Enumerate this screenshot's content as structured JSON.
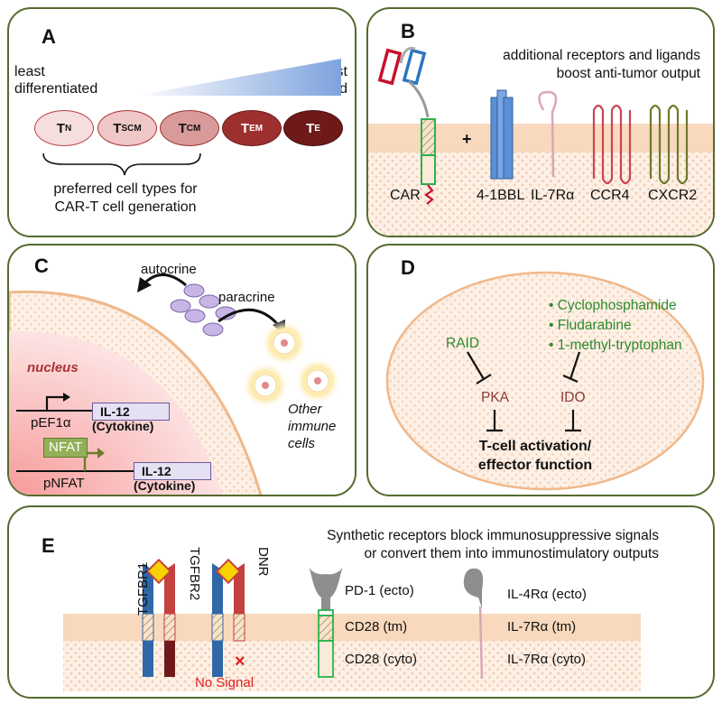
{
  "panelA": {
    "letter": "A",
    "least": "least\ndifferentiated",
    "most": "most\ndifferentiated",
    "cells": [
      {
        "main": "T",
        "sub": "N"
      },
      {
        "main": "T",
        "sub": "SCM"
      },
      {
        "main": "T",
        "sub": "CM"
      },
      {
        "main": "T",
        "sub": "EM"
      },
      {
        "main": "T",
        "sub": "E"
      }
    ],
    "caption": "preferred cell types for\nCAR-T cell generation"
  },
  "panelB": {
    "letter": "B",
    "heading": "additional receptors and ligands\nboost anti-tumor output",
    "plus": "+",
    "labels": [
      "CAR",
      "4-1BBL",
      "IL-7Rα",
      "CCR4",
      "CXCR2"
    ]
  },
  "panelC": {
    "letter": "C",
    "autocrine": "autocrine",
    "paracrine": "paracrine",
    "nucleus": "nucleus",
    "promoter1": "pEF1α",
    "promoter2": "pNFAT",
    "nfat": "NFAT",
    "gene": "IL-12",
    "gene_sub": "(Cytokine)",
    "other": "Other\nimmune\ncells"
  },
  "panelD": {
    "letter": "D",
    "drugs": [
      "• Cyclophosphamide",
      "• Fludarabine",
      "• 1-methyl-tryptophan"
    ],
    "raid": "RAID",
    "pka": "PKA",
    "ido": "IDO",
    "outcome": "T-cell activation/\neffector function"
  },
  "panelE": {
    "letter": "E",
    "heading": "Synthetic receptors block immunosuppressive signals\nor convert them into immunostimulatory outputs",
    "tgfbr1": "TGFBR1",
    "tgfbr2": "TGFBR2",
    "dnr": "DNR",
    "no_signal": "No Signal",
    "x_mark": "×",
    "pd1": [
      "PD-1 (ecto)",
      "CD28 (tm)",
      "CD28 (cyto)"
    ],
    "il4": [
      "IL-4Rα (ecto)",
      "IL-7Rα (tm)",
      "IL-7Rα (cyto)"
    ]
  },
  "colors": {
    "border": "#556b2f",
    "membrane": "#f8d9bd",
    "green_text": "#2e8b2e",
    "pka_ido": "#8b3a3a"
  }
}
